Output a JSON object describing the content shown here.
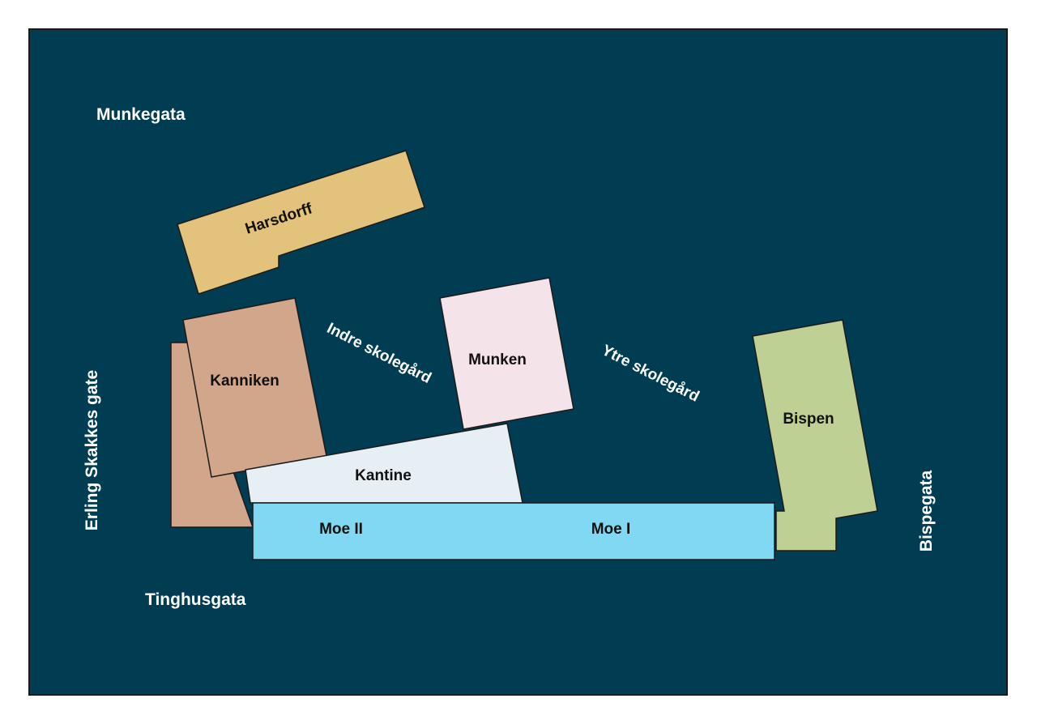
{
  "map": {
    "background_color": "#003d52",
    "streets": {
      "north": "Munkegata",
      "west": "Erling Skakkes gate",
      "south": "Tinghusgata",
      "east": "Bispegata"
    },
    "yards": {
      "inner": "Indre skolegård",
      "outer": "Ytre skolegård"
    },
    "buildings": {
      "harsdorff": {
        "label": "Harsdorff",
        "color": "#e3c27b"
      },
      "kanniken": {
        "label": "Kanniken",
        "color": "#d1a68a"
      },
      "munken": {
        "label": "Munken",
        "color": "#f4e4ea"
      },
      "kantine": {
        "label": "Kantine",
        "color": "#e6eff4"
      },
      "moe2": {
        "label": "Moe II",
        "color": "#80d8f2"
      },
      "moe1": {
        "label": "Moe I",
        "color": "#80d8f2"
      },
      "bispen": {
        "label": "Bispen",
        "color": "#bfd094"
      }
    }
  }
}
